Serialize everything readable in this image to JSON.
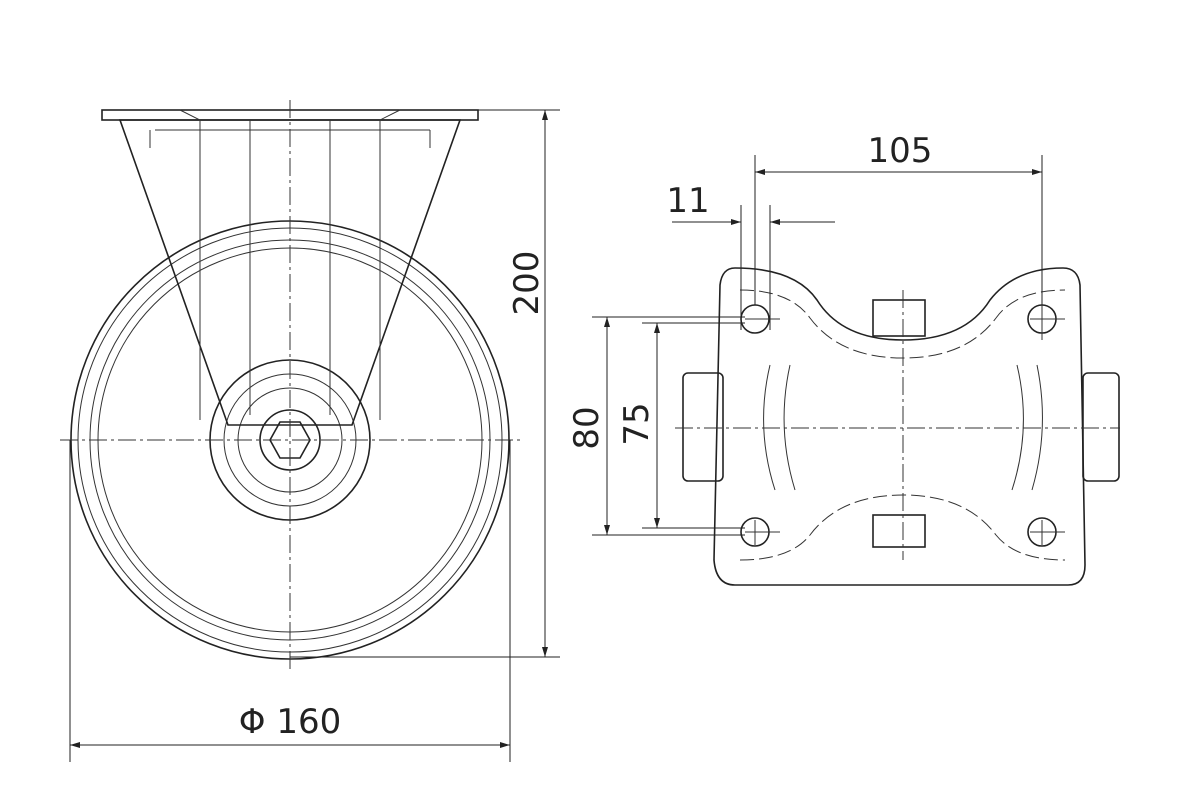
{
  "drawing": {
    "side_view": {
      "height_dimension": "200",
      "diameter_dimension": "Φ 160"
    },
    "top_plate_view": {
      "hole_spacing_long": "105",
      "hole_diameter": "11",
      "plate_width_outer": "80",
      "hole_spacing_short": "75"
    },
    "line_color": "#222222"
  }
}
